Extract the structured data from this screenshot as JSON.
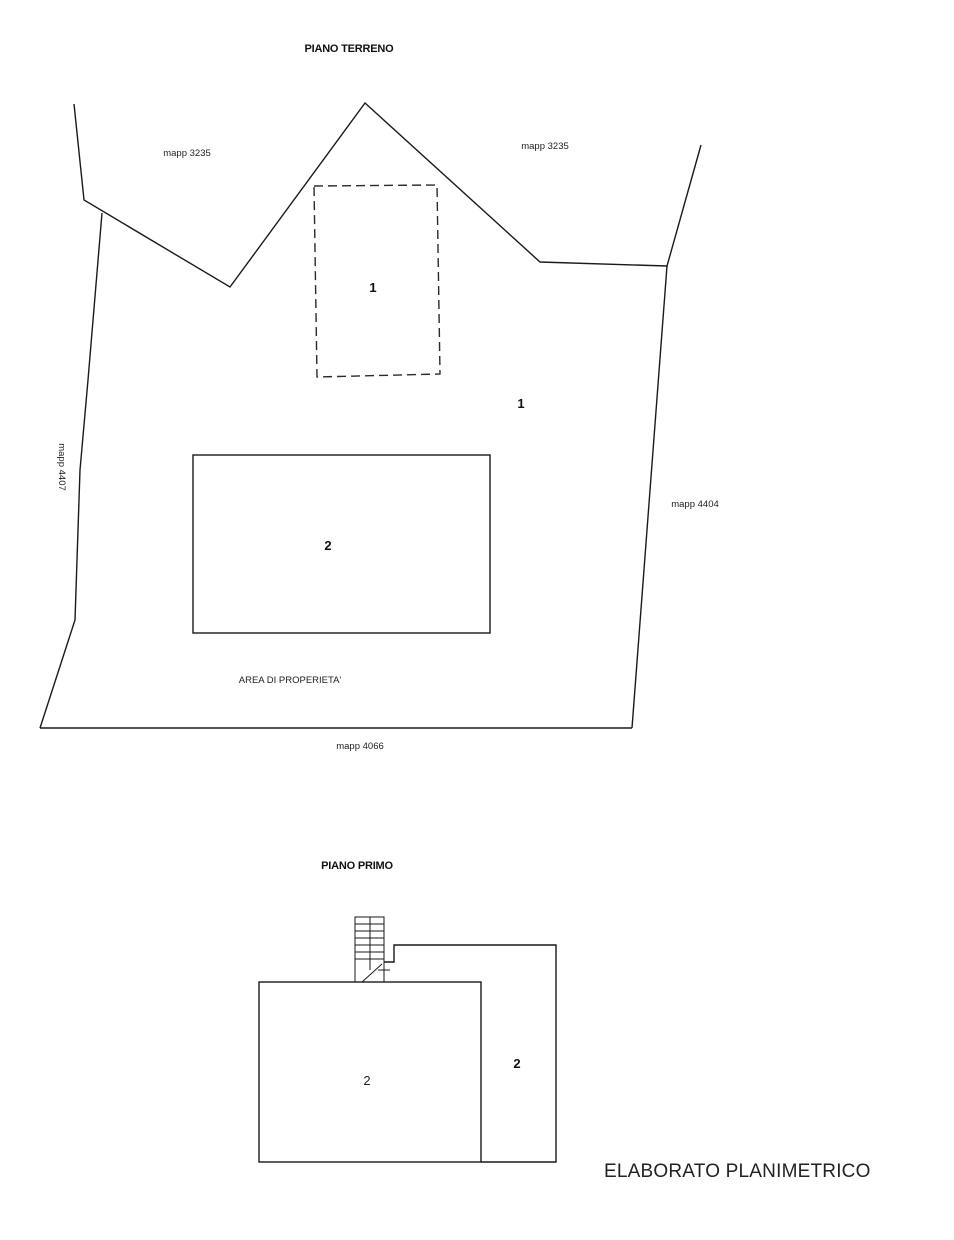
{
  "ground_floor": {
    "title": "PIANO TERRENO",
    "labels": {
      "mapp_nw": "mapp 3235",
      "mapp_ne": "mapp 3235",
      "mapp_w": "mapp 4407",
      "mapp_e": "mapp 4404",
      "mapp_s": "mapp 4066",
      "area": "AREA DI PROPERIETA'"
    },
    "units": {
      "dashed_unit": "1",
      "area_unit": "1",
      "building_unit": "2"
    }
  },
  "first_floor": {
    "title": "PIANO PRIMO",
    "units": {
      "main": "2",
      "side": "2"
    }
  },
  "document_title": "ELABORATO PLANIMETRICO"
}
